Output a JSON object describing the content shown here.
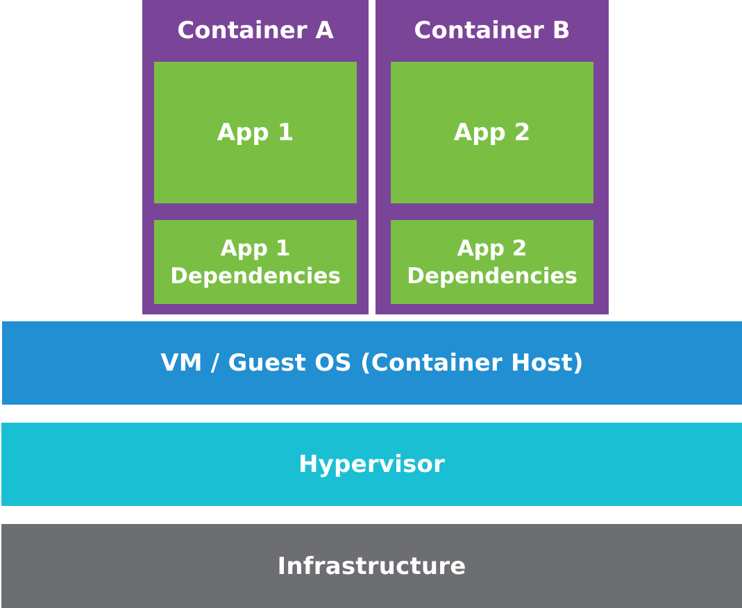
{
  "colors": {
    "container": "#7a4599",
    "app": "#7abf43",
    "vm": "#218fd1",
    "hypervisor": "#1bbfd3",
    "infrastructure": "#6d6e72"
  },
  "containers": [
    {
      "title": "Container A",
      "app": "App 1",
      "dependencies": "App 1\nDependencies"
    },
    {
      "title": "Container B",
      "app": "App 2",
      "dependencies": "App 2\nDependencies"
    }
  ],
  "layers": {
    "vm": "VM / Guest OS (Container Host)",
    "hypervisor": "Hypervisor",
    "infrastructure": "Infrastructure"
  }
}
